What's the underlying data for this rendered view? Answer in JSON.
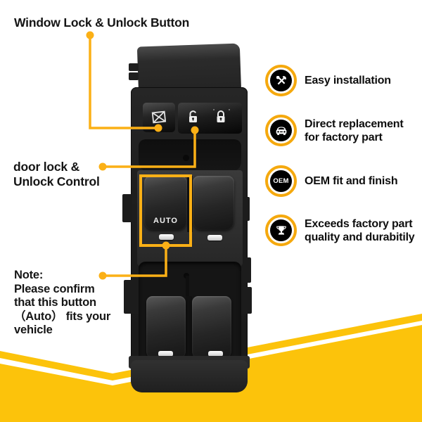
{
  "colors": {
    "annotation_yellow": "#fbb016",
    "icon_ring_yellow": "#f5a90e",
    "banner_yellow": "#fcc30b",
    "label_text": "#151515"
  },
  "callouts": {
    "window_lock": {
      "label": "Window Lock & Unlock Button"
    },
    "door_lock": {
      "label_line1": "door lock &",
      "label_line2": "Unlock Control"
    },
    "note": {
      "lines": [
        "Note:",
        "Please confirm",
        "that this button",
        "（Auto） fits your",
        "vehicle"
      ]
    }
  },
  "features": [
    {
      "icon": "tools-icon",
      "lines": [
        "Easy installation"
      ]
    },
    {
      "icon": "car-icon",
      "lines": [
        "Direct replacement",
        "for factory part"
      ]
    },
    {
      "icon": "oem-badge-icon",
      "badge_text": "OEM",
      "lines": [
        "OEM fit and finish"
      ]
    },
    {
      "icon": "trophy-icon",
      "lines": [
        "Exceeds factory part",
        "quality and durabitily"
      ]
    }
  ],
  "product": {
    "auto_button_label": "AUTO"
  }
}
